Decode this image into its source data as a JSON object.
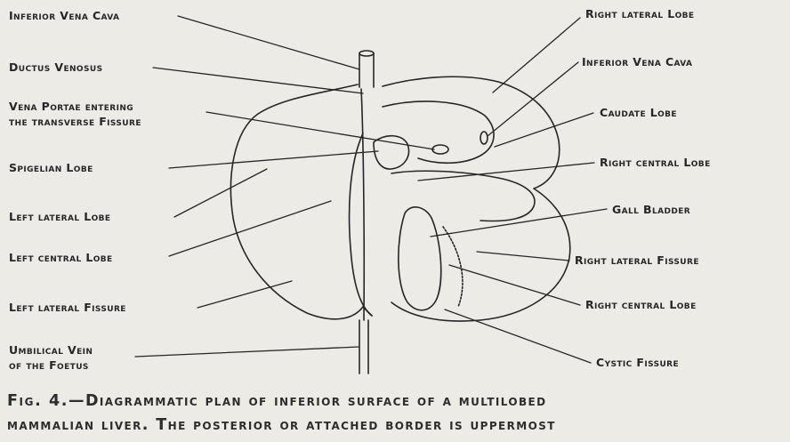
{
  "labels": {
    "inferior_vena_cava_left": "Inferior Vena Cava",
    "ductus_venosus": "Ductus Venosus",
    "vena_portae_l1": "Vena Portae entering",
    "vena_portae_l2": "the transverse Fissure",
    "spigelian_lobe": "Spigelian Lobe",
    "left_lateral_lobe": "Left lateral Lobe",
    "left_central_lobe": "Left central Lobe",
    "left_lateral_fissure": "Left lateral Fissure",
    "umbilical_vein_l1": "Umbilical Vein",
    "umbilical_vein_l2": "of the Foetus",
    "right_lateral_lobe": "Right lateral Lobe",
    "inferior_vena_cava_right": "Inferior Vena Cava",
    "caudate_lobe": "Caudate Lobe",
    "right_central_lobe_upper": "Right central Lobe",
    "gall_bladder": "Gall Bladder",
    "right_lateral_fissure": "Right lateral Fissure",
    "right_central_lobe_lower": "Right central Lobe",
    "cystic_fissure": "Cystic Fissure"
  },
  "caption": {
    "figure_number": "Fig. 4.",
    "line1_rest": "—Diagrammatic plan of inferior surface of a multilobed",
    "line2": "mammalian liver. The posterior or attached border is uppermost"
  },
  "colors": {
    "ink": "#262626",
    "paper": "#ecebe6",
    "bleed": "#d3d2cc"
  }
}
